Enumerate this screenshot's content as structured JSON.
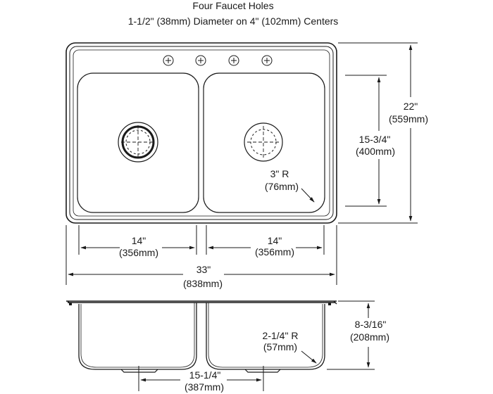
{
  "header": {
    "title": "Four Faucet Holes",
    "subtitle": "1-1/2\" (38mm) Diameter on 4\" (102mm) Centers"
  },
  "dimensions": {
    "overall_height": {
      "imperial": "22\"",
      "metric": "(559mm)"
    },
    "bowl_length": {
      "imperial": "15-3/4\"",
      "metric": "(400mm)"
    },
    "corner_radius": {
      "imperial": "3\" R",
      "metric": "(76mm)"
    },
    "left_bowl_width": {
      "imperial": "14\"",
      "metric": "(356mm)"
    },
    "right_bowl_width": {
      "imperial": "14\"",
      "metric": "(356mm)"
    },
    "overall_width": {
      "imperial": "33\"",
      "metric": "(838mm)"
    },
    "depth": {
      "imperial": "8-3/16\"",
      "metric": "(208mm)"
    },
    "bottom_radius": {
      "imperial": "2-1/4\" R",
      "metric": "(57mm)"
    },
    "drain_centers": {
      "imperial": "15-1/4\"",
      "metric": "(387mm)"
    }
  }
}
